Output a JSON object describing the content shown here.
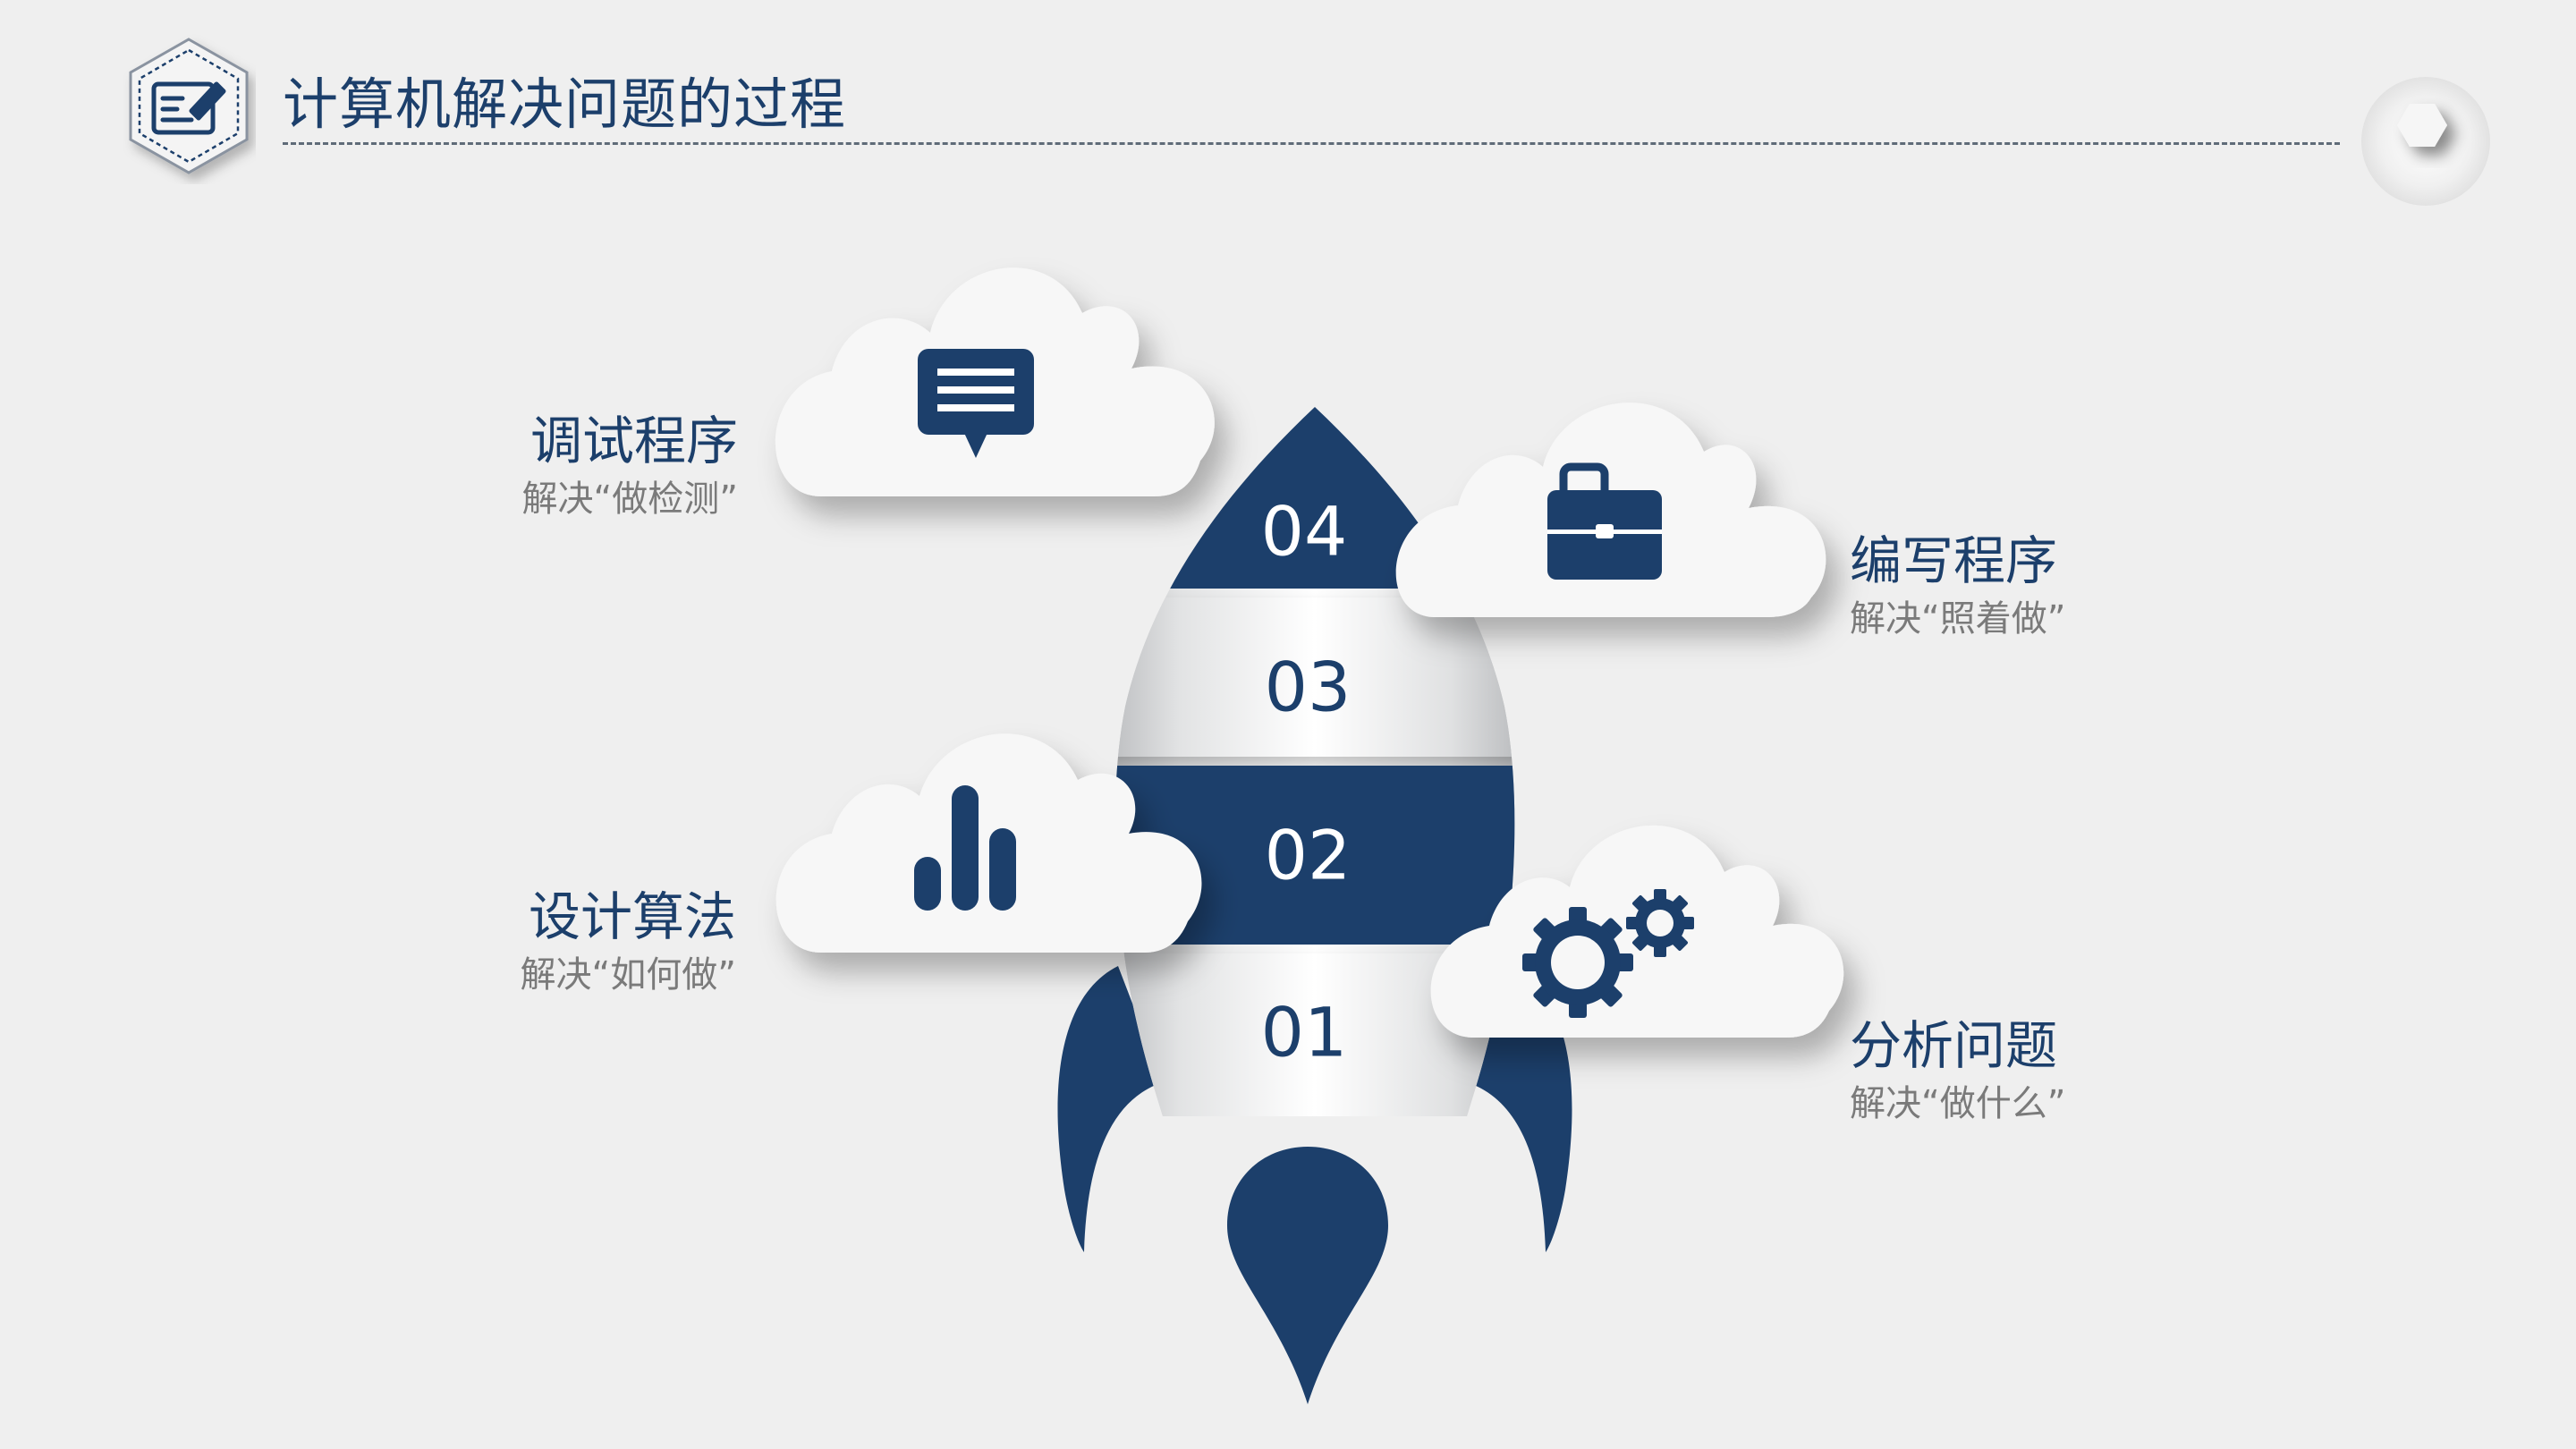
{
  "header": {
    "title": "计算机解决问题的过程",
    "badge_icon": "edit-document-icon",
    "corner_icon": "hexagon-icon"
  },
  "steps": [
    {
      "number": "01",
      "title": "分析问题",
      "subtitle": "解决“做什么”",
      "icon": "gears-icon"
    },
    {
      "number": "02",
      "title": "设计算法",
      "subtitle": "解决“如何做”",
      "icon": "bar-chart-icon"
    },
    {
      "number": "03",
      "title": "编写程序",
      "subtitle": "解决“照着做”",
      "icon": "briefcase-icon"
    },
    {
      "number": "04",
      "title": "调试程序",
      "subtitle": "解决“做检测”",
      "icon": "message-icon"
    }
  ],
  "colors": {
    "primary": "#1c3f6b",
    "background": "#efefef",
    "cloud": "#f7f7f7",
    "subtitle": "#7a7a7a"
  }
}
